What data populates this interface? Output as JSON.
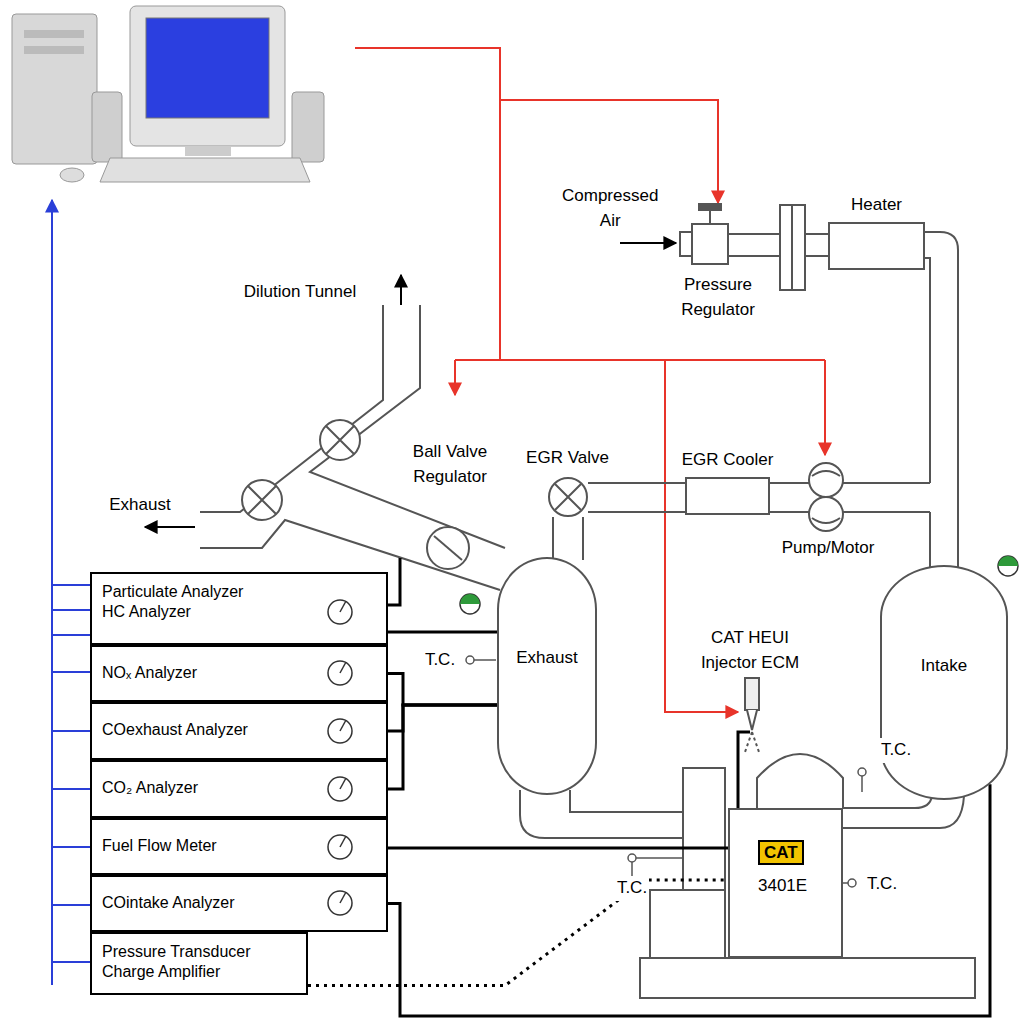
{
  "diagram": {
    "nodes": [
      {
        "text": [
          "Particulate Analyzer",
          "HC Analyzer"
        ]
      },
      {
        "text": [
          "NOₓ Analyzer"
        ]
      },
      {
        "text": [
          "COexhaust Analyzer"
        ]
      },
      {
        "text": [
          "CO₂ Analyzer"
        ]
      },
      {
        "text": [
          "Fuel Flow Meter"
        ]
      },
      {
        "text": [
          "COintake Analyzer"
        ]
      },
      {
        "text": [
          "Pressure Transducer Charge Amplifier"
        ]
      },
      {
        "text": [
          "Exhaust"
        ]
      },
      {
        "text": [
          "Intake"
        ]
      },
      {
        "text": [
          "CAT",
          "3401E"
        ]
      },
      {
        "text": [
          "Heater"
        ]
      },
      {
        "text": [
          "EGR Cooler"
        ]
      }
    ],
    "edges": [
      {
        "from": 0,
        "to": 7,
        "arrow": "none"
      },
      {
        "from": 1,
        "to": 7,
        "arrow": "none"
      },
      {
        "from": 2,
        "to": 7,
        "arrow": "none"
      },
      {
        "from": 3,
        "to": 7,
        "arrow": "none"
      },
      {
        "from": 5,
        "to": 8,
        "arrow": "none"
      },
      {
        "from": 6,
        "to": 9,
        "arrow": "none"
      }
    ],
    "labels": [
      "Compressed Air",
      "Pressure Regulator",
      "Dilution Tunnel",
      "Exhaust",
      "Ball Valve Regulator",
      "EGR Valve",
      "Pump/Motor",
      "T.C.",
      "T.C.",
      "T.C.",
      "T.C.",
      "CAT HEUI Injector ECM"
    ]
  }
}
